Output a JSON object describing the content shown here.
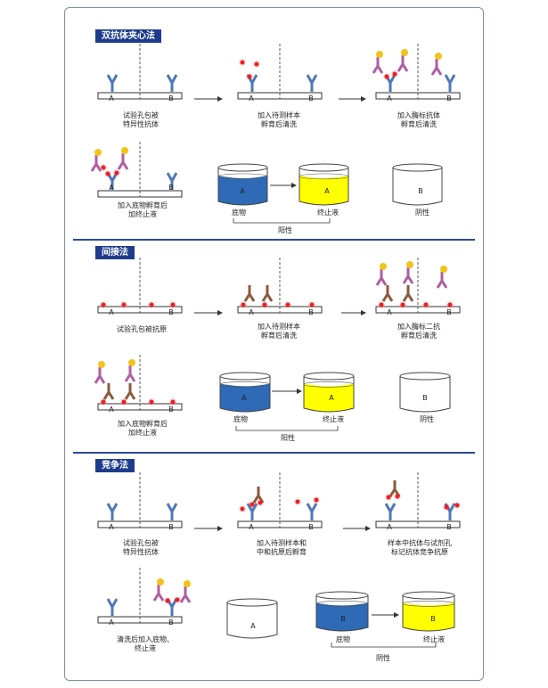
{
  "colors": {
    "header_bg": "#1f3c8c",
    "antibody": "#4f79b6",
    "antigen": "#ee1c25",
    "enzyme_ab": "#b05ea3",
    "enzyme": "#f2c319",
    "secondary_ab": "#8b5a3c",
    "substrate_blue": "#2e6ab6",
    "stop_yellow": "#ffff00"
  },
  "sections": [
    {
      "title": "双抗体夹心法",
      "captions": [
        "试验孔包被\n特异性抗体",
        "加入待测样本\n孵育后清洗",
        "加入酶标抗体\n孵育后清洗",
        "加入底物孵育后\n加终止液"
      ],
      "substrate": "底物",
      "stop": "终止液",
      "negative": "阴性",
      "positive": "阳性"
    },
    {
      "title": "间接法",
      "captions": [
        "试验孔包被抗原",
        "加入待测样本\n孵育后清洗",
        "加入酶标二抗\n孵育后清洗",
        "加入底物孵育后\n加终止液"
      ],
      "substrate": "底物",
      "stop": "终止液",
      "negative": "阴性",
      "positive": "阳性"
    },
    {
      "title": "竞争法",
      "captions": [
        "试验孔包被\n特异性抗体",
        "加入待测样本和\n中和抗原后孵育",
        "样本中抗体与试剂孔\n标记抗体竞争抗原",
        "清洗后加入底物、\n终止液"
      ],
      "substrate": "底物",
      "stop": "终止液",
      "negative": "阴性"
    }
  ],
  "well_labels": {
    "a": "A",
    "b": "B"
  }
}
